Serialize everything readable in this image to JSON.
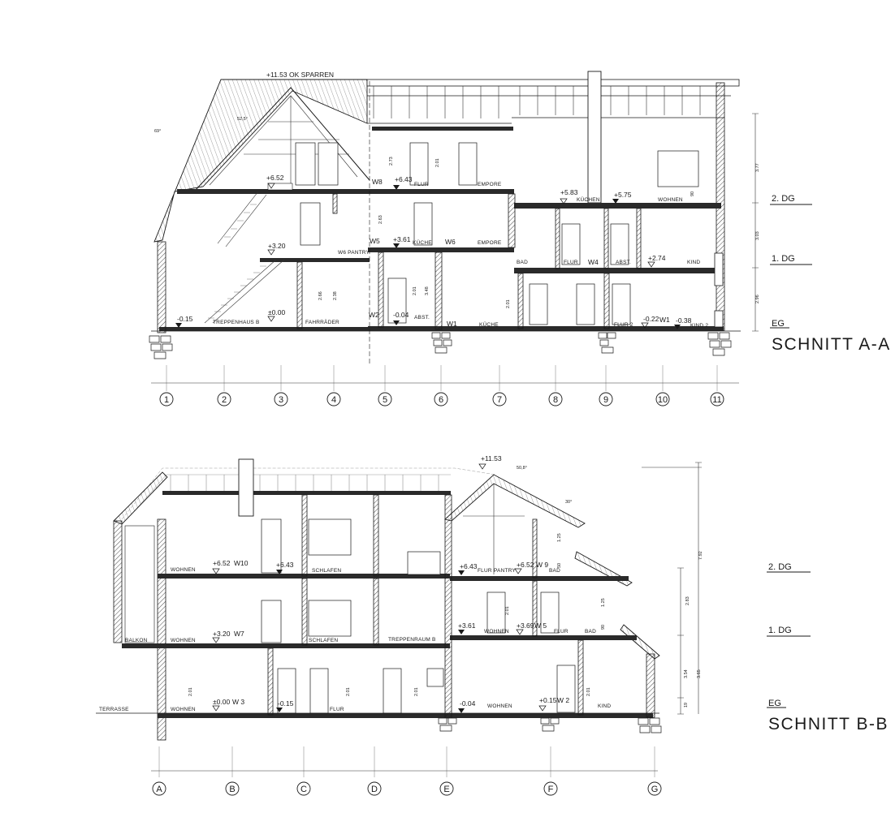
{
  "section_a": {
    "title": "SCHNITT  A-A",
    "roof_peak": "+11.53 OK SPARREN",
    "roof_angle_1": "52,5°",
    "roof_angle_2": "69°",
    "floors": {
      "dg2": "2. DG",
      "dg1": "1. DG",
      "eg": "EG"
    },
    "elevations": {
      "e652": "+6.52",
      "e643": "+6.43",
      "e320": "+3.20",
      "e361": "+3.61",
      "e000": "±0.00",
      "em015": "-0.15",
      "em004": "-0.04",
      "e583": "+5.83",
      "e575": "+5.75",
      "e274": "+2.74",
      "em022": "-0.22",
      "em038": "-0.38"
    },
    "rooms": {
      "treppenhaus": "TREPPENHAUS B",
      "fahrraeder": "FAHRRÄDER",
      "abst_eg": "ABST.",
      "kueche_eg": "KÜCHE",
      "flur_eg": "FLUR 2",
      "kind_eg": "KIND 2",
      "pantry": "W6 PANTRY",
      "kueche_1": "KÜCHE",
      "empore_1": "EMPORE",
      "bad_1": "BAD",
      "flur_1": "FLUR",
      "abst_1": "ABST.",
      "kind_1": "KIND",
      "flur_2": "FLUR",
      "empore_2": "EMPORE",
      "kuechen_2": "KÜCHEN",
      "wohnen_2": "WOHNEN"
    },
    "walls": {
      "w8": "W8",
      "w5": "W5",
      "w6": "W6",
      "w2": "W2",
      "w1": "W1",
      "w4": "W4",
      "w1b": "W1"
    },
    "dims": {
      "d273": "2.73",
      "d201a": "2.01",
      "d263": "2.63",
      "d266": "2.66",
      "d238": "2.38",
      "d201b": "2.01",
      "d348": "3.48",
      "d201c": "2.01",
      "d90": "90",
      "d377": "3.77",
      "d303": "3.03",
      "d296": "2.96"
    },
    "grid": [
      "1",
      "2",
      "3",
      "4",
      "5",
      "6",
      "7",
      "8",
      "9",
      "10",
      "11"
    ]
  },
  "section_b": {
    "title": "SCHNITT  B-B",
    "roof_peak": "+11.53",
    "roof_angle_1": "50,8°",
    "roof_angle_2": "30°",
    "floors": {
      "dg2": "2. DG",
      "dg1": "1. DG",
      "eg": "EG"
    },
    "elevations": {
      "e652a": "+6.52",
      "e643a": "+6.43",
      "e643b": "+6.43",
      "e652b": "+6.52",
      "e320": "+3.20",
      "e361": "+3.61",
      "e369": "+3.69",
      "e000": "±0.00",
      "em015": "-0.15",
      "em004": "-0.04",
      "e015": "+0.15"
    },
    "rooms": {
      "wohnen_2a": "WOHNEN",
      "w10": "W10",
      "schlafen_2": "SCHLAFEN",
      "flur_2": "FLUR",
      "pantry_2": "PANTRY",
      "w9": "W 9",
      "bad_2": "BAD",
      "balkon": "BALKON",
      "wohnen_1": "WOHNEN",
      "w7": "W7",
      "schlafen_1": "SCHLAFEN",
      "treppenraum": "TREPPENRAUM B",
      "wohnen_1b": "WOHNEN",
      "w5": "W 5",
      "flur_1": "FLUR",
      "bad_1": "BAD",
      "terrasse": "TERRASSE",
      "wohnen_eg": "WOHNEN",
      "w3": "W 3",
      "flur_eg": "FLUR",
      "wohnen_eg2": "WOHNEN",
      "w2": "W 2",
      "kind_eg": "KIND"
    },
    "dims": {
      "d792": "7.92",
      "d283": "2.83",
      "d354": "3.54",
      "d365": "3.65",
      "d19": "19",
      "d125a": "1.25",
      "d50": "50",
      "d125b": "1.25",
      "d90": "90",
      "d201a": "2.01",
      "d201b": "2.01",
      "d201c": "2.01",
      "d201d": "2.01",
      "d201e": "2.01"
    },
    "grid": [
      "A",
      "B",
      "C",
      "D",
      "E",
      "F",
      "G"
    ]
  }
}
